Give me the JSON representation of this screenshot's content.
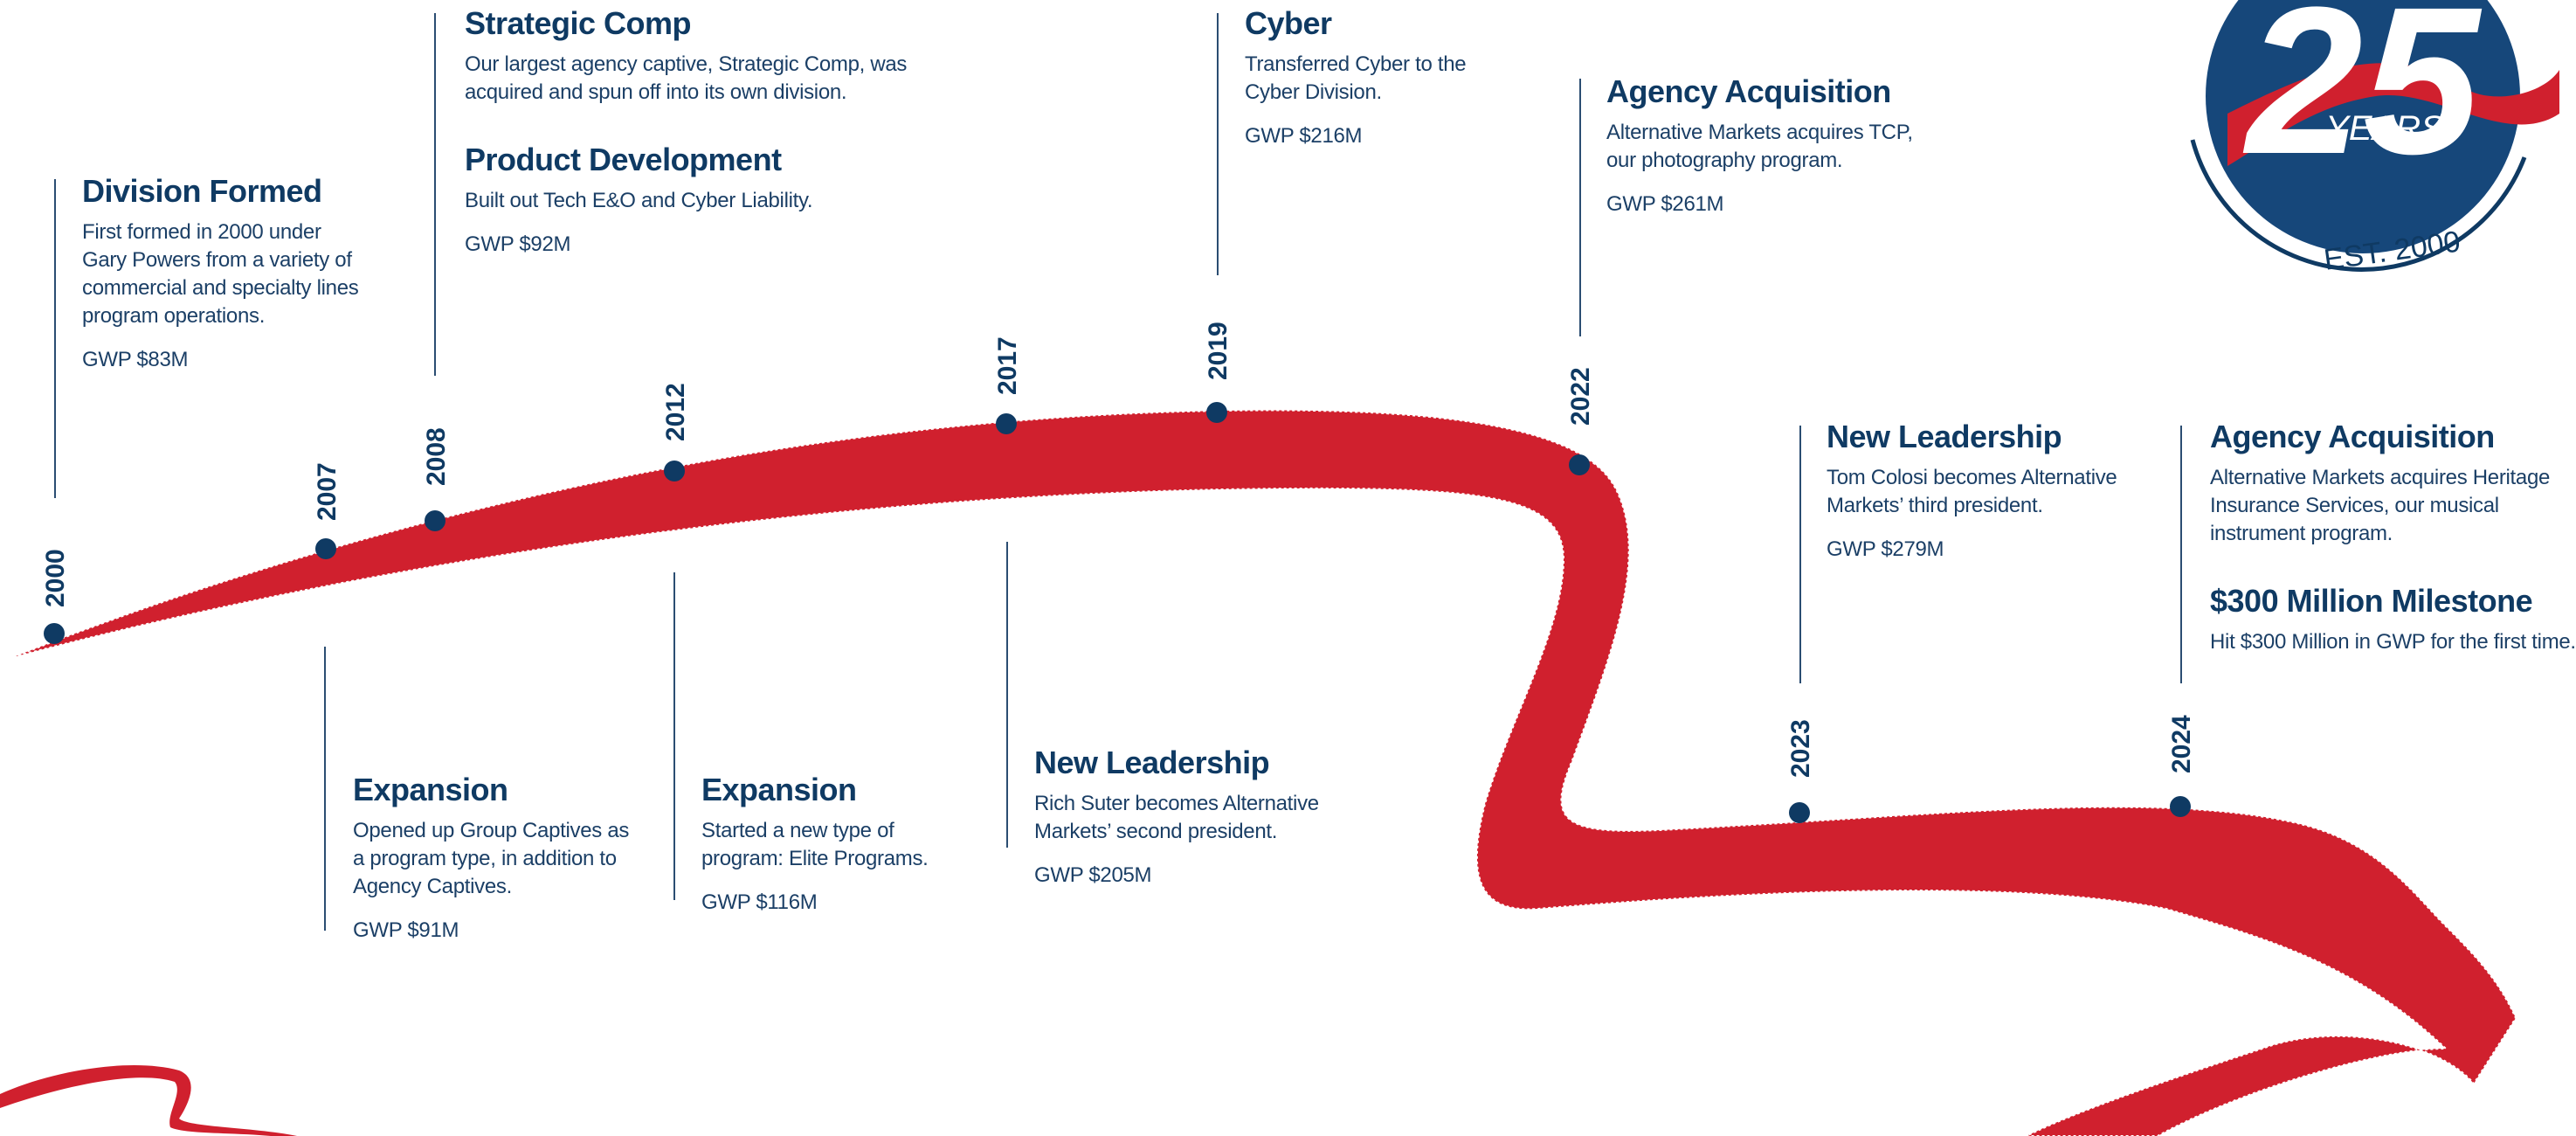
{
  "colors": {
    "navy": "#0f3a63",
    "ribbon": "#d0202e",
    "white": "#ffffff"
  },
  "badge": {
    "number": "25",
    "years": "YEARS",
    "est": "EST. 2000"
  },
  "years": {
    "y2000": "2000",
    "y2007": "2007",
    "y2008": "2008",
    "y2012": "2012",
    "y2017": "2017",
    "y2019": "2019",
    "y2022": "2022",
    "y2023": "2023",
    "y2024": "2024"
  },
  "milestones": {
    "division_formed": {
      "title": "Division Formed",
      "body": "First formed in 2000 under Gary Powers from a variety of commercial and specialty lines program operations.",
      "gwp": "GWP $83M"
    },
    "expansion_2007": {
      "title": "Expansion",
      "body": "Opened up Group Captives as a program type, in addition to Agency Captives.",
      "gwp": "GWP $91M"
    },
    "strategic_comp": {
      "title": "Strategic Comp",
      "body": "Our largest agency captive, Strategic Comp, was acquired and spun off into its own division."
    },
    "product_development": {
      "title": "Product Development",
      "body": "Built out Tech E&O and Cyber Liability.",
      "gwp": "GWP $92M"
    },
    "expansion_2012": {
      "title": "Expansion",
      "body": "Started a new type of program: Elite Programs.",
      "gwp": "GWP $116M"
    },
    "new_leadership_2017": {
      "title": "New Leadership",
      "body": "Rich Suter becomes Alternative Markets’ second president.",
      "gwp": "GWP $205M"
    },
    "cyber": {
      "title": "Cyber",
      "body": "Transferred Cyber to the Cyber Division.",
      "gwp": "GWP $216M"
    },
    "agency_acquisition_2022": {
      "title": "Agency Acquisition",
      "body": "Alternative Markets acquires TCP, our photography program.",
      "gwp": "GWP $261M"
    },
    "new_leadership_2023": {
      "title": "New Leadership",
      "body": "Tom Colosi becomes Alternative Markets’ third president.",
      "gwp": "GWP $279M"
    },
    "agency_acquisition_2024": {
      "title": "Agency Acquisition",
      "body": "Alternative Markets acquires Heritage Insurance Services, our musical instrument program."
    },
    "milestone_300m": {
      "title": "$300 Million Milestone",
      "body": "Hit $300 Million in GWP for the first time."
    }
  }
}
